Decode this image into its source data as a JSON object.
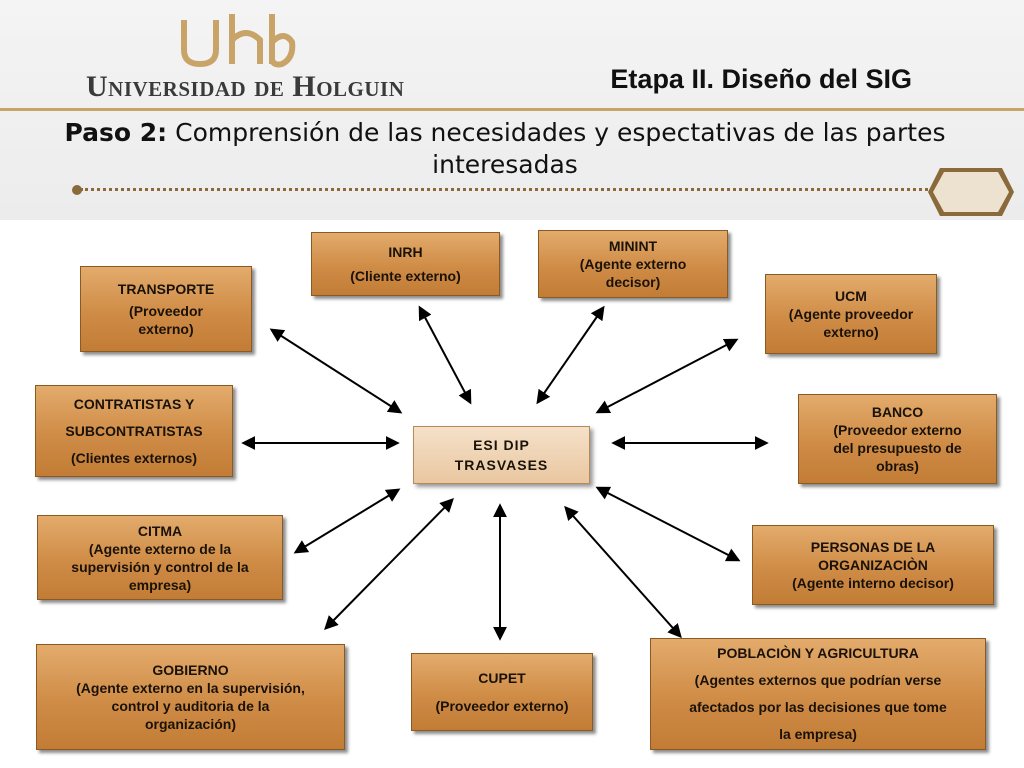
{
  "header": {
    "logo_mark": "uHb",
    "logo_text": "Universidad de Holguin",
    "stage_title": "Etapa II. Diseño del SIG",
    "step_label": "Paso 2:",
    "step_text": "Comprensión de las necesidades y espectativas de las partes interesadas"
  },
  "center": {
    "line1": "ESI DIP",
    "line2": "TRASVASES"
  },
  "nodes": {
    "transporte": {
      "l1": "TRANSPORTE",
      "l2": "(Proveedor",
      "l3": "externo)"
    },
    "inrh": {
      "l1": "INRH",
      "l2": "(Cliente externo)"
    },
    "minint": {
      "l1": "MININT",
      "l2": "(Agente externo",
      "l3": "decisor)"
    },
    "ucm": {
      "l1": "UCM",
      "l2": "(Agente proveedor",
      "l3": "externo)"
    },
    "contratistas": {
      "l1": "CONTRATISTAS Y",
      "l2": "SUBCONTRATISTAS",
      "l3": "(Clientes externos)"
    },
    "banco": {
      "l1": "BANCO",
      "l2": "(Proveedor externo",
      "l3": "del presupuesto de",
      "l4": "obras)"
    },
    "citma": {
      "l1": "CITMA",
      "l2": "(Agente externo de la",
      "l3": "supervisión y control de la",
      "l4": "empresa)"
    },
    "personas": {
      "l1": "PERSONAS DE LA",
      "l2": "ORGANIZACIÒN",
      "l3": "(Agente interno decisor)"
    },
    "gobierno": {
      "l1": "GOBIERNO",
      "l2": "(Agente externo en la supervisión,",
      "l3": "control y auditoria de la",
      "l4": "organización)"
    },
    "cupet": {
      "l1": "CUPET",
      "l2": "(Proveedor externo)"
    },
    "poblacion": {
      "l1": "POBLACIÒN Y AGRICULTURA",
      "l2": "(Agentes externos que podrían verse",
      "l3": "afectados por las decisiones que tome",
      "l4": "la empresa)"
    }
  },
  "colors": {
    "box": "#d08f4a",
    "center": "#efd3b2",
    "accent": "#c8a468"
  }
}
